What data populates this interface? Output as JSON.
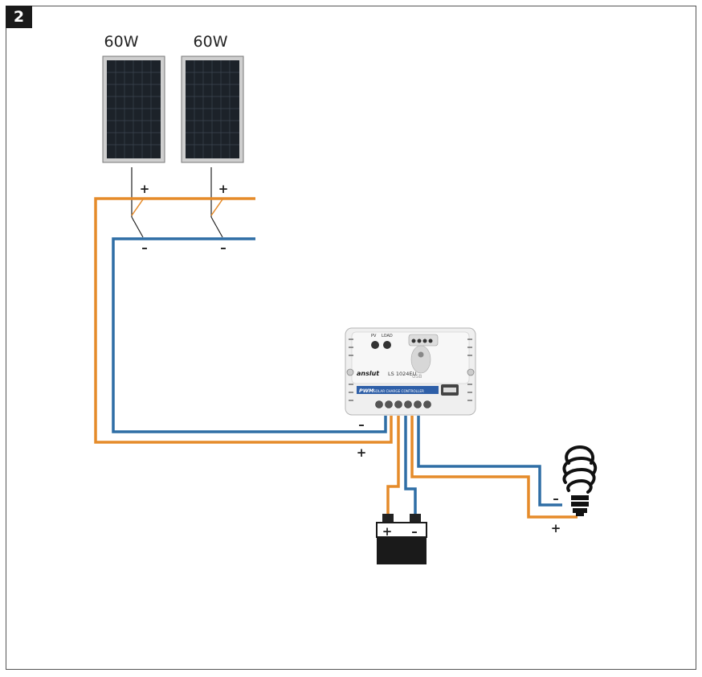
{
  "figure": {
    "step_number": "2"
  },
  "panels": [
    {
      "wattage": "60W"
    },
    {
      "wattage": "60W"
    }
  ],
  "polarity": {
    "plus": "+",
    "minus": "–"
  },
  "controller": {
    "brand": "anslut",
    "model": "LS 1024EU",
    "subtitle": "SOLAR CHARGE CONTROLLER",
    "type": "PWM",
    "usb_label": "USB",
    "pv_label": "PV",
    "load_label": "LOAD"
  },
  "battery": {
    "plus": "+",
    "minus": "–"
  },
  "colors": {
    "positive_wire": "#e58b2a",
    "negative_wire": "#2f6ea5",
    "badge": "#1a1a1a"
  }
}
